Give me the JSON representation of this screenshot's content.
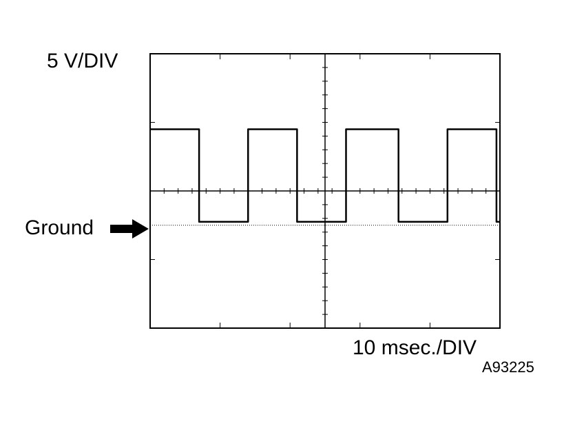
{
  "labels": {
    "volts_per_div": "5 V/DIV",
    "time_per_div": "10 msec./DIV",
    "ground": "Ground",
    "figure_id": "A93225"
  },
  "scope": {
    "h_divisions": 5,
    "v_divisions": 4,
    "minor_ticks_per_div": 5,
    "volts_per_div": 5,
    "ms_per_div": 10,
    "ground_div_below_center": 0.5,
    "trace_color": "#000000"
  },
  "waveform": {
    "type": "square",
    "high_div_above_center": 0.9,
    "low_div_below_center": 0.45,
    "rise_times_ms": [
      0,
      14,
      28,
      42.5
    ],
    "fall_times_ms": [
      7,
      21,
      35.5,
      49.5
    ],
    "trace_end_ms": 50
  }
}
